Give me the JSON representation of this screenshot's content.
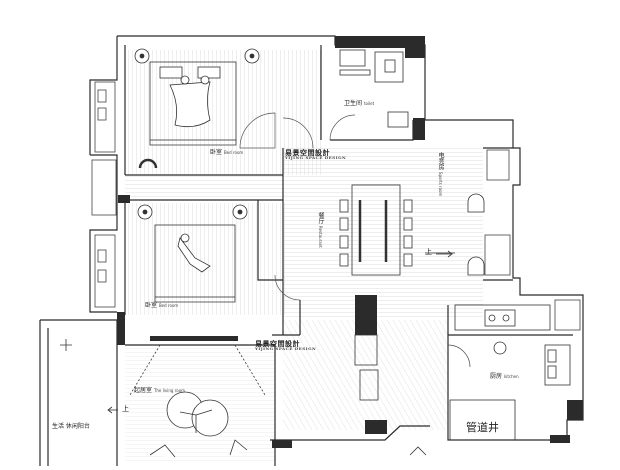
{
  "plan": {
    "rooms": {
      "bedroom_top": {
        "label": "卧室",
        "en": "Bed room"
      },
      "bedroom_mid": {
        "label": "卧室",
        "en": "Bed room"
      },
      "toilet": {
        "label": "卫生间",
        "en": "toilet"
      },
      "restaurant": {
        "label": "餐厅",
        "en": "Restaurant"
      },
      "sports": {
        "label": "电竞房",
        "en": "Sports room"
      },
      "living": {
        "label": "起居室",
        "en": "The living room"
      },
      "kitchen": {
        "label": "厨房",
        "en": "kitchen"
      },
      "balcony": {
        "label": "生活 休闲阳台"
      },
      "pipe_shaft": {
        "label": "管道井"
      }
    },
    "brand": {
      "text": "易景空間設計",
      "sub": "YIJING SPACE DESIGN"
    },
    "stairs": {
      "up_label": "上"
    },
    "colors": {
      "wall": "#2b2b2b",
      "line": "#444444",
      "floor": "#bdbdbd",
      "paper": "#ffffff"
    }
  }
}
